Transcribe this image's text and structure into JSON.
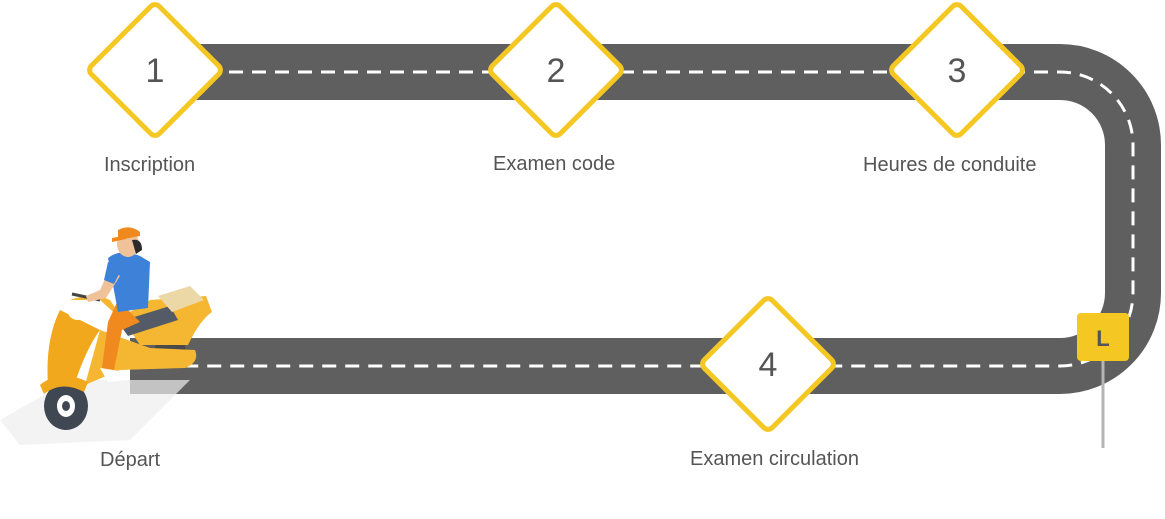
{
  "colors": {
    "road": "#5f5f5f",
    "road_dash": "#ffffff",
    "marker_border": "#f4c722",
    "marker_fill": "#ffffff",
    "marker_number": "#555555",
    "label_text": "#555555",
    "sign_fill": "#f4c722",
    "scooter_body": "#f5b731",
    "rider_shirt": "#3d82d8",
    "rider_cap": "#f08a1e"
  },
  "steps": [
    {
      "number": "1",
      "label": "Inscription"
    },
    {
      "number": "2",
      "label": "Examen code"
    },
    {
      "number": "3",
      "label": "Heures de conduite"
    },
    {
      "number": "4",
      "label": "Examen circulation"
    }
  ],
  "start": {
    "label": "Départ",
    "icon": "scooter-rider-icon"
  },
  "finish": {
    "sign_letter": "L",
    "icon": "learner-plate-sign-icon"
  }
}
